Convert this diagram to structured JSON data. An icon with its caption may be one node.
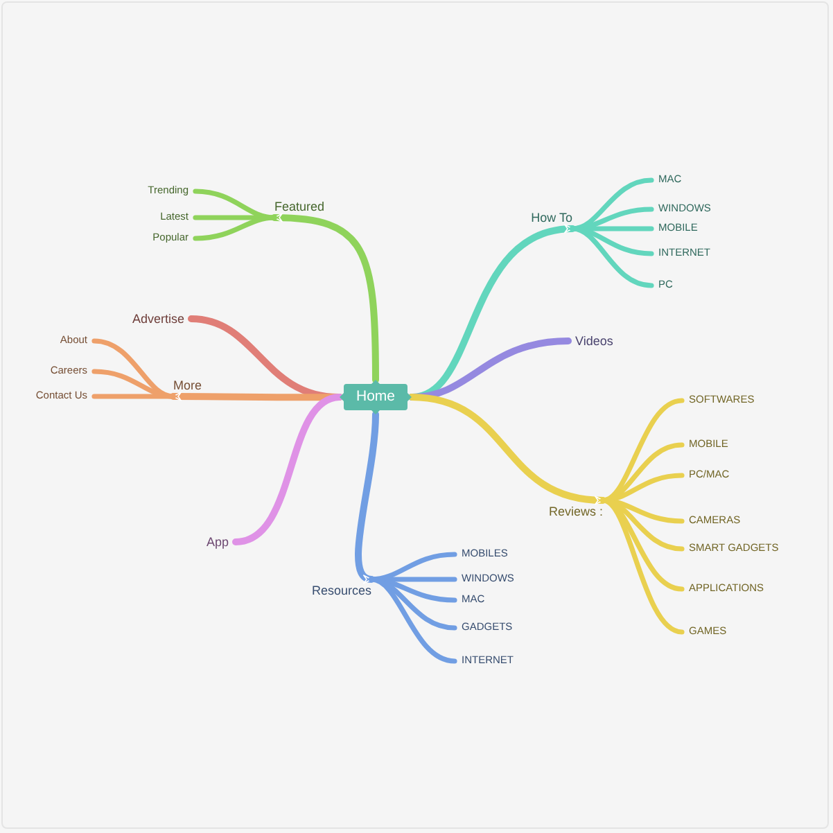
{
  "diagram": {
    "nodes": [
      {
        "text": [
          "Home"
        ]
      },
      {
        "text": [
          "Featured"
        ]
      },
      {
        "text": [
          "Trending"
        ]
      },
      {
        "text": [
          "Latest"
        ]
      },
      {
        "text": [
          "Popular"
        ]
      },
      {
        "text": [
          "Advertise"
        ]
      },
      {
        "text": [
          "More"
        ]
      },
      {
        "text": [
          "About"
        ]
      },
      {
        "text": [
          "Careers"
        ]
      },
      {
        "text": [
          "Contact Us"
        ]
      },
      {
        "text": [
          "App"
        ]
      },
      {
        "text": [
          "Resources"
        ]
      },
      {
        "text": [
          "MOBILES"
        ]
      },
      {
        "text": [
          "WINDOWS"
        ]
      },
      {
        "text": [
          "MAC"
        ]
      },
      {
        "text": [
          "GADGETS"
        ]
      },
      {
        "text": [
          "INTERNET"
        ]
      },
      {
        "text": [
          "How To"
        ]
      },
      {
        "text": [
          "MAC"
        ]
      },
      {
        "text": [
          "WINDOWS"
        ]
      },
      {
        "text": [
          "MOBILE"
        ]
      },
      {
        "text": [
          "INTERNET"
        ]
      },
      {
        "text": [
          "PC"
        ]
      },
      {
        "text": [
          "Videos"
        ]
      },
      {
        "text": [
          "Reviews :"
        ]
      },
      {
        "text": [
          "SOFTWARES"
        ]
      },
      {
        "text": [
          "MOBILE"
        ]
      },
      {
        "text": [
          "PC/MAC"
        ]
      },
      {
        "text": [
          "CAMERAS"
        ]
      },
      {
        "text": [
          "SMART GADGETS"
        ]
      },
      {
        "text": [
          "APPLICATIONS"
        ]
      },
      {
        "text": [
          "GAMES"
        ]
      }
    ],
    "edges": [
      {
        "from": 0,
        "to": 1,
        "arrow": "to",
        "color": "#8fd35b"
      },
      {
        "from": 1,
        "to": 2,
        "arrow": "none",
        "color": "#8fd35b"
      },
      {
        "from": 1,
        "to": 3,
        "arrow": "none",
        "color": "#8fd35b"
      },
      {
        "from": 1,
        "to": 4,
        "arrow": "none",
        "color": "#8fd35b"
      },
      {
        "from": 0,
        "to": 5,
        "arrow": "none",
        "color": "#e07e77"
      },
      {
        "from": 0,
        "to": 6,
        "arrow": "to",
        "color": "#eea06a"
      },
      {
        "from": 6,
        "to": 7,
        "arrow": "none",
        "color": "#eea06a"
      },
      {
        "from": 6,
        "to": 8,
        "arrow": "none",
        "color": "#eea06a"
      },
      {
        "from": 6,
        "to": 9,
        "arrow": "none",
        "color": "#eea06a"
      },
      {
        "from": 0,
        "to": 10,
        "arrow": "none",
        "color": "#df92e6"
      },
      {
        "from": 0,
        "to": 11,
        "arrow": "to",
        "color": "#719ee3"
      },
      {
        "from": 11,
        "to": 12,
        "arrow": "none",
        "color": "#719ee3"
      },
      {
        "from": 11,
        "to": 13,
        "arrow": "none",
        "color": "#719ee3"
      },
      {
        "from": 11,
        "to": 14,
        "arrow": "none",
        "color": "#719ee3"
      },
      {
        "from": 11,
        "to": 15,
        "arrow": "none",
        "color": "#719ee3"
      },
      {
        "from": 11,
        "to": 16,
        "arrow": "none",
        "color": "#719ee3"
      },
      {
        "from": 0,
        "to": 17,
        "arrow": "to",
        "color": "#62d6bd"
      },
      {
        "from": 17,
        "to": 18,
        "arrow": "none",
        "color": "#62d6bd"
      },
      {
        "from": 17,
        "to": 19,
        "arrow": "none",
        "color": "#62d6bd"
      },
      {
        "from": 17,
        "to": 20,
        "arrow": "none",
        "color": "#62d6bd"
      },
      {
        "from": 17,
        "to": 21,
        "arrow": "none",
        "color": "#62d6bd"
      },
      {
        "from": 17,
        "to": 22,
        "arrow": "none",
        "color": "#62d6bd"
      },
      {
        "from": 0,
        "to": 23,
        "arrow": "none",
        "color": "#9589e0"
      },
      {
        "from": 0,
        "to": 24,
        "arrow": "to"
      },
      {
        "from": 24,
        "to": 25,
        "arrow": "none"
      },
      {
        "from": 24,
        "to": 26,
        "arrow": "none"
      },
      {
        "from": 24,
        "to": 27,
        "arrow": "none"
      },
      {
        "from": 24,
        "to": 28,
        "arrow": "none"
      },
      {
        "from": 24,
        "to": 29,
        "arrow": "none"
      },
      {
        "from": 24,
        "to": 30,
        "arrow": "none"
      },
      {
        "from": 24,
        "to": 31,
        "arrow": "none"
      }
    ]
  }
}
